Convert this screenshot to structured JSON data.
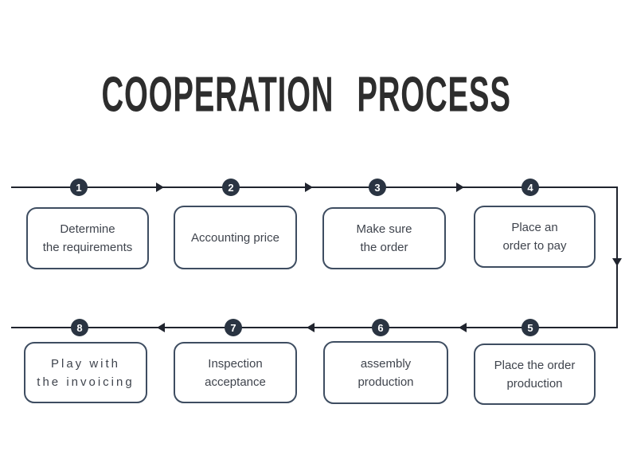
{
  "title": "COOPERATION PROCESS",
  "colors": {
    "title": "#2d2d2d",
    "flow_line": "#20242e",
    "number_badge": "#2a3442",
    "number_text": "#ffffff",
    "box_border": "#3e4d61",
    "box_text": "#3f444d",
    "background": "#ffffff"
  },
  "flow": {
    "top_row_direction": "left-to-right",
    "bottom_row_direction": "right-to-left"
  },
  "steps": [
    {
      "number": "1",
      "lines": [
        "Determine",
        "the requirements"
      ]
    },
    {
      "number": "2",
      "lines": [
        "Accounting price"
      ]
    },
    {
      "number": "3",
      "lines": [
        "Make sure",
        "the order"
      ]
    },
    {
      "number": "4",
      "lines": [
        "Place an",
        "order to pay"
      ]
    },
    {
      "number": "5",
      "lines": [
        "Place the order",
        "production"
      ]
    },
    {
      "number": "6",
      "lines": [
        "assembly",
        "production"
      ]
    },
    {
      "number": "7",
      "lines": [
        "Inspection",
        "acceptance"
      ]
    },
    {
      "number": "8",
      "lines": [
        "Play with",
        "the invoicing"
      ]
    }
  ]
}
